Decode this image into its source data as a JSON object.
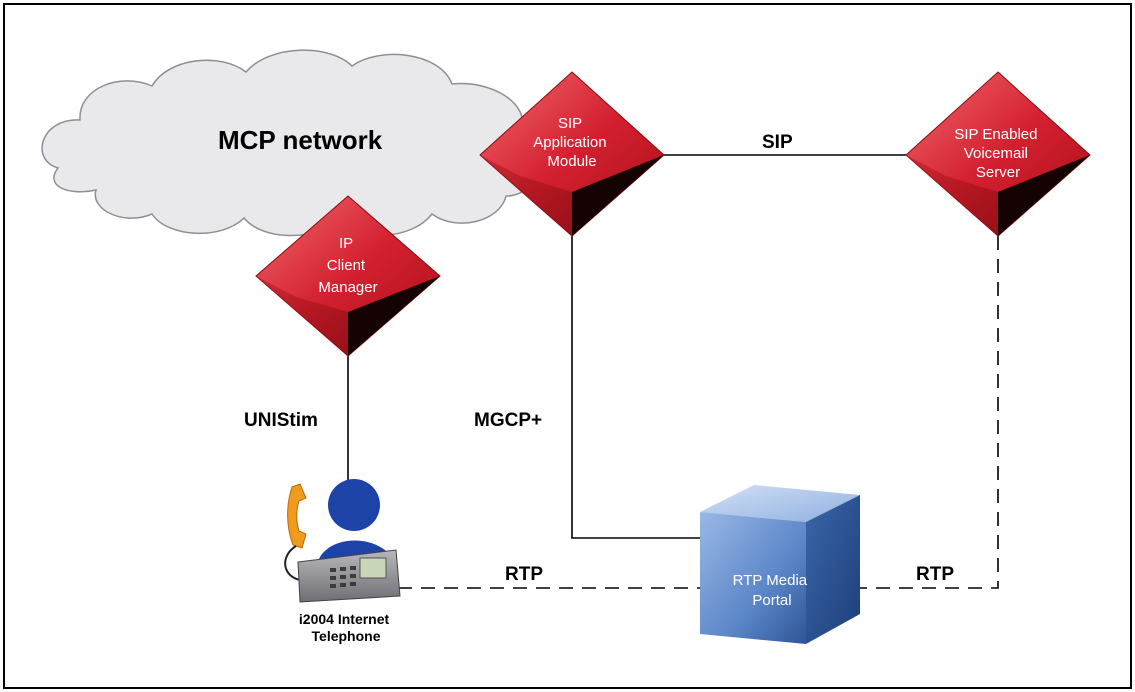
{
  "network": {
    "label": "MCP network"
  },
  "nodes": {
    "sip_app": {
      "lines": [
        "SIP",
        "Application",
        "Module"
      ]
    },
    "voicemail": {
      "lines": [
        "SIP Enabled",
        "Voicemail",
        "Server"
      ]
    },
    "ip_client": {
      "lines": [
        "IP",
        "Client",
        "Manager"
      ]
    },
    "media_portal": {
      "lines": [
        "RTP Media",
        "Portal"
      ]
    },
    "telephone": {
      "lines": [
        "i2004 Internet",
        "Telephone"
      ]
    }
  },
  "links": {
    "sip": "SIP",
    "unistim": "UNIStim",
    "mgcp": "MGCP+",
    "rtp_left": "RTP",
    "rtp_right": "RTP"
  },
  "colors": {
    "diamond_red": "#c8141e",
    "diamond_dark": "#1a0000",
    "cube_blue": "#4f7fc4",
    "cloud_fill": "#e9e9ec"
  }
}
